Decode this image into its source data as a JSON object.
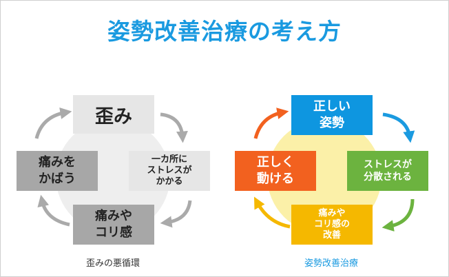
{
  "title": "姿勢改善治療の考え方",
  "colors": {
    "title": "#1a9ae0",
    "caption_right": "#1a9ae0",
    "caption_left": "#333333",
    "left_circle": "#eeeeee",
    "right_circle": "#fbf0a8"
  },
  "left_cycle": {
    "caption": "歪みの悪循環",
    "top": "歪み",
    "right": "一カ所に\nストレスが\nかかる",
    "bottom": "痛みや\nコリ感",
    "left": "痛みを\nかばう",
    "colors": {
      "top": "#e6e6e6",
      "right": "#e6e6e6",
      "bottom": "#a7a7a7",
      "left": "#a7a7a7",
      "arrow": "#aaaaaa"
    }
  },
  "right_cycle": {
    "caption": "姿勢改善治療",
    "top": "正しい\n姿勢",
    "right": "ストレスが\n分散される",
    "bottom": "痛みや\nコリ感の\n改善",
    "left": "正しく\n動ける",
    "colors": {
      "top": "#0e96e0",
      "right": "#6cb33f",
      "bottom": "#f5b800",
      "left": "#f2611f",
      "arrow_top_right": "#1a9ae0",
      "arrow_right_bottom": "#6cb33f",
      "arrow_bottom_left": "#f5b800",
      "arrow_left_top": "#f2611f"
    }
  }
}
